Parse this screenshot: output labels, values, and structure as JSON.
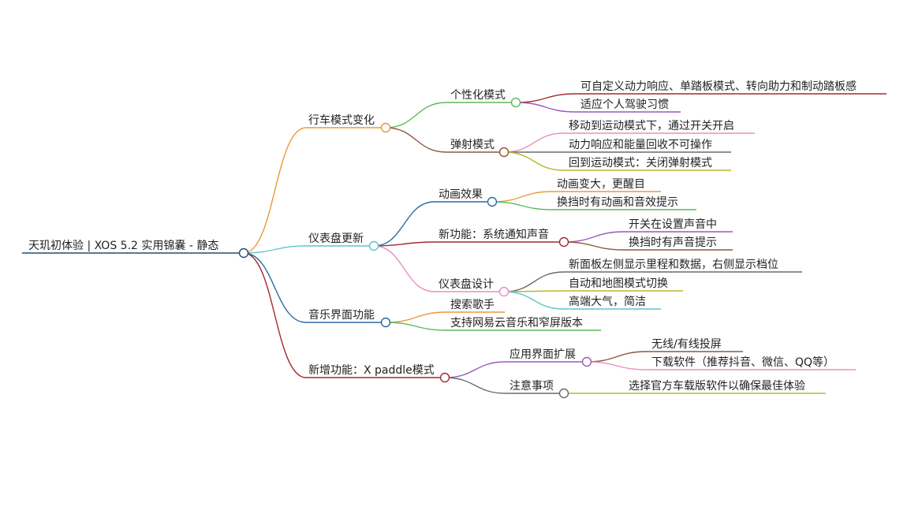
{
  "mindmap": {
    "root": "天玑初体验 | XOS 5.2 实用锦囊 - 静态",
    "branches": [
      {
        "label": "行车模式变化",
        "children": [
          {
            "label": "个性化模式",
            "children": [
              "可自定义动力响应、单踏板模式、转向助力和制动踏板感",
              "适应个人驾驶习惯"
            ]
          },
          {
            "label": "弹射模式",
            "children": [
              "移动到运动模式下，通过开关开启",
              "动力响应和能量回收不可操作",
              "回到运动模式：关闭弹射模式"
            ]
          }
        ]
      },
      {
        "label": "仪表盘更新",
        "children": [
          {
            "label": "动画效果",
            "children": [
              "动画变大，更醒目",
              "换挡时有动画和音效提示"
            ]
          },
          {
            "label": "新功能：系统通知声音",
            "children": [
              "开关在设置声音中",
              "换挡时有声音提示"
            ]
          },
          {
            "label": "仪表盘设计",
            "children": [
              "新面板左侧显示里程和数据，右侧显示档位",
              "自动和地图模式切换",
              "高端大气，简洁"
            ]
          }
        ]
      },
      {
        "label": "音乐界面功能",
        "children": [
          {
            "label": "搜索歌手",
            "children": []
          },
          {
            "label": "支持网易云音乐和窄屏版本",
            "children": []
          }
        ]
      },
      {
        "label": "新增功能：X paddle模式",
        "children": [
          {
            "label": "应用界面扩展",
            "children": [
              "无线/有线投屏",
              "下载软件（推荐抖音、微信、QQ等）"
            ]
          },
          {
            "label": "注意事项",
            "children": [
              "选择官方车载版软件以确保最佳体验"
            ]
          }
        ]
      }
    ]
  },
  "colors": {
    "root_line": "#1f4e79",
    "branch_1": "#e89a3c",
    "branch_2": "#5fc4d0",
    "branch_3": "#2d6a9f",
    "branch_4": "#a52a2a",
    "b1_c1": "#5cb85c",
    "b1_c1_l1": "#a52a2a",
    "b1_c1_l2": "#9b59b6",
    "b1_c2": "#8b5a3c",
    "b1_c2_l1": "#e88fc4",
    "b1_c2_l2": "#6b6b6b",
    "b1_c2_l3": "#b8b82c",
    "b2_c1": "#2d6a9f",
    "b2_c1_l1": "#e89a3c",
    "b2_c1_l2": "#5cb85c",
    "b2_c2": "#a52a2a",
    "b2_c2_l1": "#9b59b6",
    "b2_c2_l2": "#8b5a3c",
    "b2_c3": "#e88fc4",
    "b2_c3_l1": "#6b6b6b",
    "b2_c3_l2": "#b8b82c",
    "b2_c3_l3": "#5fc4d0",
    "b3_c1": "#e89a3c",
    "b3_c2": "#5cb85c",
    "b4_c1": "#9b59b6",
    "b4_c1_l1": "#8b5a3c",
    "b4_c1_l2": "#e88fc4",
    "b4_c2": "#6b6b6b",
    "b4_c2_l1": "#b8b82c"
  }
}
